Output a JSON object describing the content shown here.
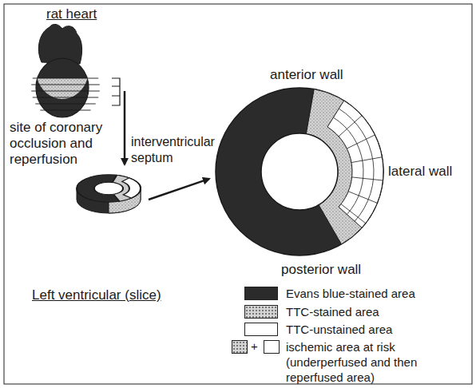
{
  "diagram": {
    "labels": [
      "rat heart",
      "site of coronary occlusion and reperfusion",
      "interventricular septum",
      "Left ventricular (slice)",
      "anterior wall",
      "lateral wall",
      "posterior wall",
      "+"
    ],
    "legend": [
      {
        "text": "Evans blue-stained area",
        "color": "#2b2b2b"
      },
      {
        "text": "TTC-stained area",
        "color": "#d4d4d4"
      },
      {
        "text": "TTC-unstained area",
        "color": "#ffffff"
      },
      {
        "text": "ischemic area at risk (underperfused and then reperfused area)"
      }
    ]
  }
}
